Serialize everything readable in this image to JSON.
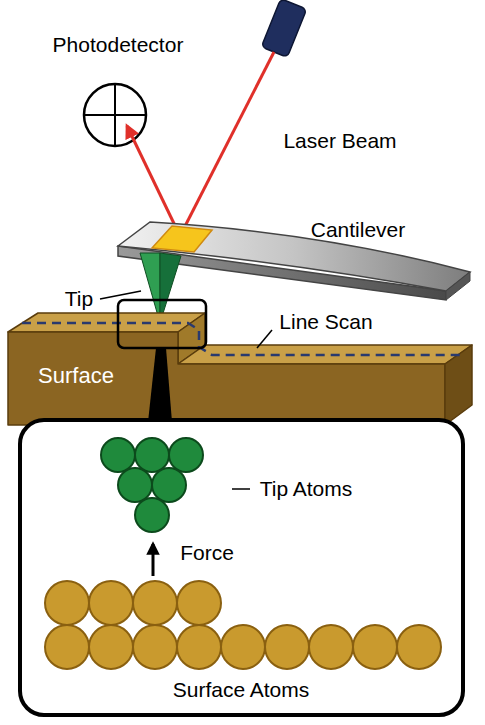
{
  "diagram": {
    "labels": [
      "Photodetector",
      "Laser Beam",
      "Cantilever",
      "Tip",
      "Line Scan",
      "Surface",
      "Tip Atoms",
      "Force",
      "Surface Atoms"
    ]
  }
}
